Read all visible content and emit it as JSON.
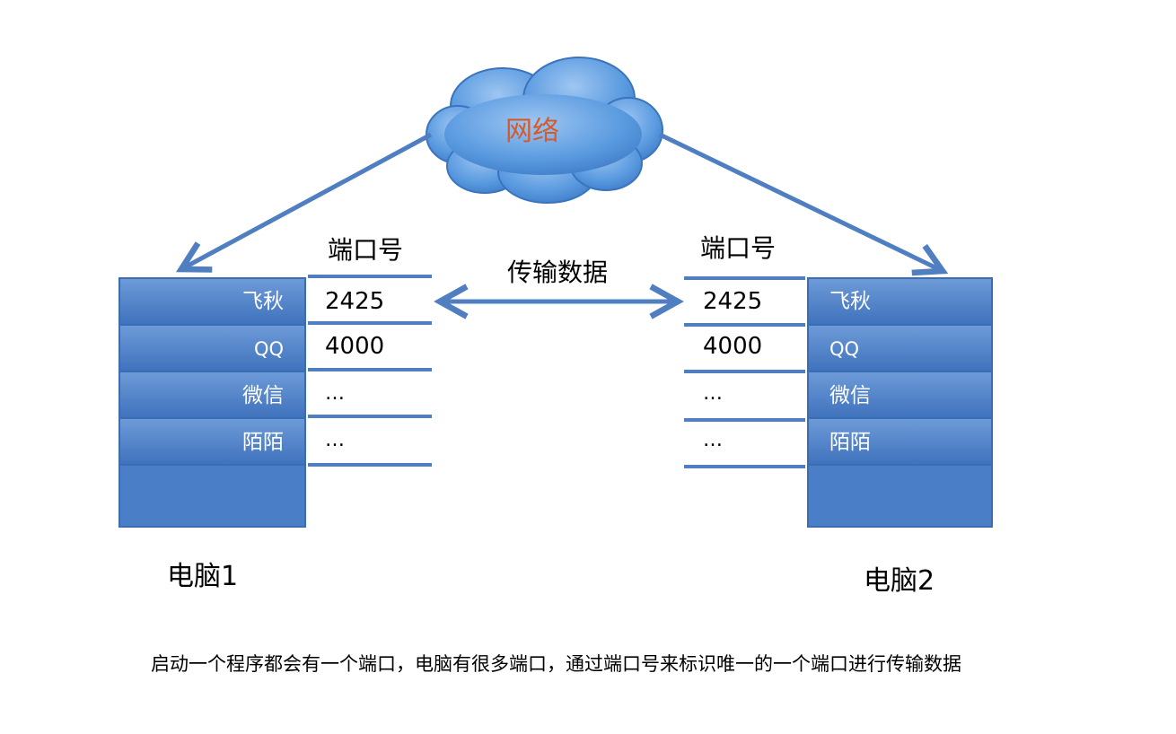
{
  "network": {
    "label": "网络"
  },
  "transfer": {
    "label": "传输数据"
  },
  "computer1": {
    "name": "电脑1",
    "port_title": "端口号",
    "apps": [
      "飞秋",
      "QQ",
      "微信",
      "陌陌"
    ],
    "ports": [
      "2425",
      "4000",
      "…",
      "…"
    ]
  },
  "computer2": {
    "name": "电脑2",
    "port_title": "端口号",
    "apps": [
      "飞秋",
      "QQ",
      "微信",
      "陌陌"
    ],
    "ports": [
      "2425",
      "4000",
      "…",
      "…"
    ]
  },
  "caption": "启动一个程序都会有一个端口，电脑有很多端口，通过端口号来标识唯一的一个端口进行传输数据",
  "colors": {
    "box_blue": "#4a7ec6",
    "box_blue_light": "#6e9bd8",
    "box_border": "#3b6db3",
    "line_blue": "#4f7fc0",
    "cloud_blue": "#4f8ed8",
    "network_text": "#d65a2a"
  }
}
